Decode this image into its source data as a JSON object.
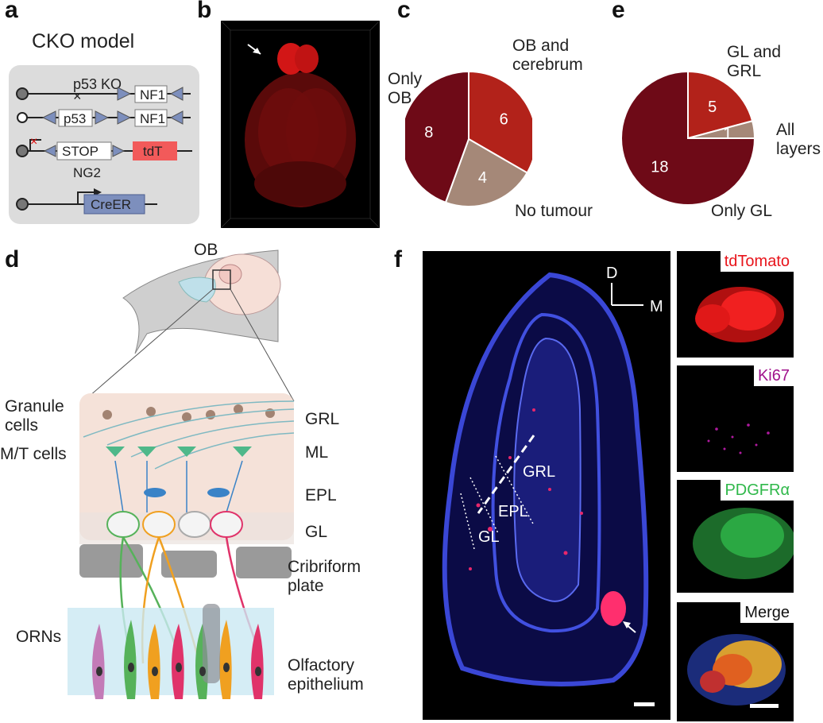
{
  "panels": {
    "a": {
      "letter": "a",
      "title": "CKO model",
      "labels": {
        "p53ko": "p53 KO",
        "nf1": "NF1",
        "p53": "p53",
        "stop": "STOP",
        "tdt": "tdT",
        "ng2": "NG2",
        "creer": "CreER"
      }
    },
    "b": {
      "letter": "b"
    },
    "c": {
      "letter": "c",
      "slices": [
        {
          "name": "Only\nOB",
          "value": 8,
          "color": "#6e0a17"
        },
        {
          "name": "OB and\ncerebrum",
          "value": 6,
          "color": "#b2221a"
        },
        {
          "name": "No tumour",
          "value": 4,
          "color": "#a58878"
        }
      ]
    },
    "e": {
      "letter": "e",
      "slices": [
        {
          "name": "Only GL",
          "value": 18,
          "color": "#6e0a17"
        },
        {
          "name": "GL and\nGRL",
          "value": 5,
          "color": "#b2221a"
        },
        {
          "name": "All\nlayers",
          "value": 1,
          "color": "#a58878"
        }
      ]
    },
    "d": {
      "letter": "d",
      "labels": {
        "ob": "OB",
        "granule": "Granule\ncells",
        "mt": "M/T cells",
        "grl": "GRL",
        "ml": "ML",
        "epl": "EPL",
        "gl": "GL",
        "cribriform": "Cribriform\nplate",
        "orns": "ORNs",
        "epithelium": "Olfactory\nepithelium"
      }
    },
    "f": {
      "letter": "f",
      "labels": {
        "d": "D",
        "m": "M",
        "grl": "GRL",
        "epl": "EPL",
        "gl": "GL"
      },
      "channels": [
        {
          "name": "tdTomato",
          "color": "#e8141b"
        },
        {
          "name": "Ki67",
          "color": "#a0128c"
        },
        {
          "name": "PDGFRα",
          "color": "#2fb84a"
        },
        {
          "name": "Merge",
          "color": "#111111"
        }
      ]
    }
  },
  "chart_data": [
    {
      "type": "pie",
      "panel": "c",
      "labels": [
        "Only OB",
        "OB and cerebrum",
        "No tumour"
      ],
      "values": [
        8,
        6,
        4
      ]
    },
    {
      "type": "pie",
      "panel": "e",
      "labels": [
        "Only GL",
        "GL and GRL",
        "All layers"
      ],
      "values": [
        18,
        5,
        1
      ]
    }
  ]
}
